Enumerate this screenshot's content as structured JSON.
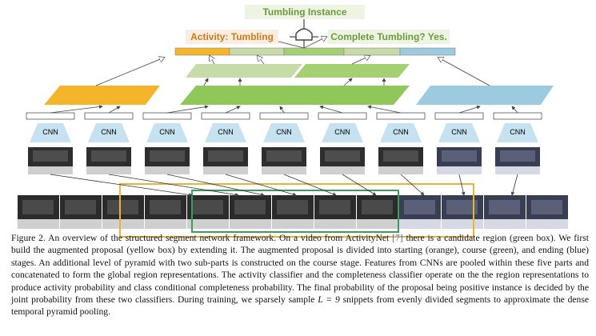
{
  "labels": {
    "tumbling_instance": "Tumbling Instance",
    "activity": "Activity: Tumbling",
    "complete": "Complete Tumbling? Yes.",
    "cnn": "CNN"
  },
  "caption": {
    "part1": "Figure 2. An overview of the structured segment network framework. On a video from ActivityNet ",
    "ref": "[7]",
    "part2": " there is a candidate region (green box). We first build the augmented proposal (yellow box) by extending it. The augmented proposal is divided into starting (orange), course (green), and ending (blue) stages. An additional level of pyramid with two sub-parts is constructed on the course stage. Features from CNNs are pooled within these five parts and concatenated to form the global region representations. The activity classifier and the completeness classifier operate on the the region representations to produce activity probability and class conditional completeness probability. The final probability of the proposal being positive instance is decided by the joint probability from these two classifiers. During training, we sparsely sample ",
    "math": "L = 9",
    "part3": " snippets from evenly divided segments to approximate the dense temporal pyramid pooling."
  },
  "colors": {
    "starting": "#f5b52a",
    "course": "#8fc75a",
    "course_light": "#c6dba8",
    "ending": "#9ccbe0",
    "cnn": "#c6e2f1",
    "proposal_box": "#e7b43a",
    "candidate_box": "#3f9b5b",
    "label_green": "#6d9a3a",
    "label_orange": "#cc7a1a"
  }
}
